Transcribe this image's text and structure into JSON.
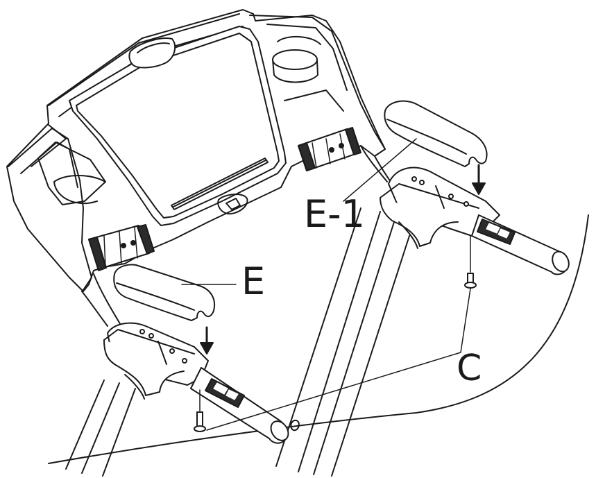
{
  "diagram": {
    "labels": {
      "e1": "E-1",
      "e": "E",
      "c": "C"
    },
    "colors": {
      "line": "#1a1a1a",
      "fill": "#ffffff",
      "shade": "#2b2b2b"
    }
  }
}
